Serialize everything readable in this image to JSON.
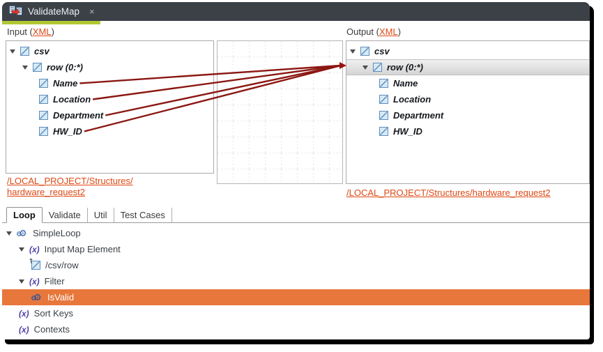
{
  "window": {
    "tab_title": "ValidateMap",
    "close_glyph": "×"
  },
  "icons": {
    "fx": "(x)",
    "gear": "⚙"
  },
  "input_panel": {
    "header_prefix": "Input (",
    "header_link": "XML",
    "header_suffix": ")",
    "tree": [
      {
        "label": "csv",
        "level": 0,
        "expanded": true
      },
      {
        "label": "row (0:*)",
        "level": 1,
        "expanded": true
      },
      {
        "label": "Name",
        "level": 2
      },
      {
        "label": "Location",
        "level": 2
      },
      {
        "label": "Department",
        "level": 2
      },
      {
        "label": "HW_ID",
        "level": 2
      }
    ],
    "link_line1": "/LOCAL_PROJECT/Structures/",
    "link_line2": "hardware_request2"
  },
  "output_panel": {
    "header_prefix": "Output (",
    "header_link": "XML",
    "header_suffix": ")",
    "tree": [
      {
        "label": "csv",
        "level": 0,
        "expanded": true
      },
      {
        "label": "row (0:*)",
        "level": 1,
        "expanded": true,
        "selected": true,
        "mapping_target": true
      },
      {
        "label": "Name",
        "level": 2
      },
      {
        "label": "Location",
        "level": 2
      },
      {
        "label": "Department",
        "level": 2
      },
      {
        "label": "HW_ID",
        "level": 2
      }
    ],
    "link": "/LOCAL_PROJECT/Structures/hardware_request2"
  },
  "mapping": {
    "connections": [
      {
        "from": "Name",
        "to": "row (0:*)"
      },
      {
        "from": "Location",
        "to": "row (0:*)"
      },
      {
        "from": "Department",
        "to": "row (0:*)"
      },
      {
        "from": "HW_ID",
        "to": "row (0:*)"
      }
    ]
  },
  "bottom": {
    "tabs": [
      {
        "label": "Loop",
        "active": true
      },
      {
        "label": "Validate",
        "active": false
      },
      {
        "label": "Util",
        "active": false
      },
      {
        "label": "Test Cases",
        "active": false
      }
    ],
    "tree": [
      {
        "label": "SimpleLoop",
        "icon": "gears",
        "level": 0,
        "expanded": true
      },
      {
        "label": "Input Map Element",
        "icon": "fx",
        "level": 1,
        "expanded": true
      },
      {
        "label": "/csv/row",
        "icon": "xml-loop-element",
        "level": 2
      },
      {
        "label": "Filter",
        "icon": "fx",
        "level": 1,
        "expanded": true
      },
      {
        "label": "IsValid",
        "icon": "gears",
        "level": 2,
        "selected": true
      },
      {
        "label": "Sort Keys",
        "icon": "fx",
        "level": 1
      },
      {
        "label": "Contexts",
        "icon": "fx",
        "level": 1
      }
    ]
  },
  "colors": {
    "topbar": "#3c4148",
    "tab_underline_green": "#b2c832",
    "link_orange": "#dd4814",
    "selection_orange": "#e8773c",
    "connection_line": "#8b1712",
    "xml_icon_blue": "#5f8cb8"
  }
}
